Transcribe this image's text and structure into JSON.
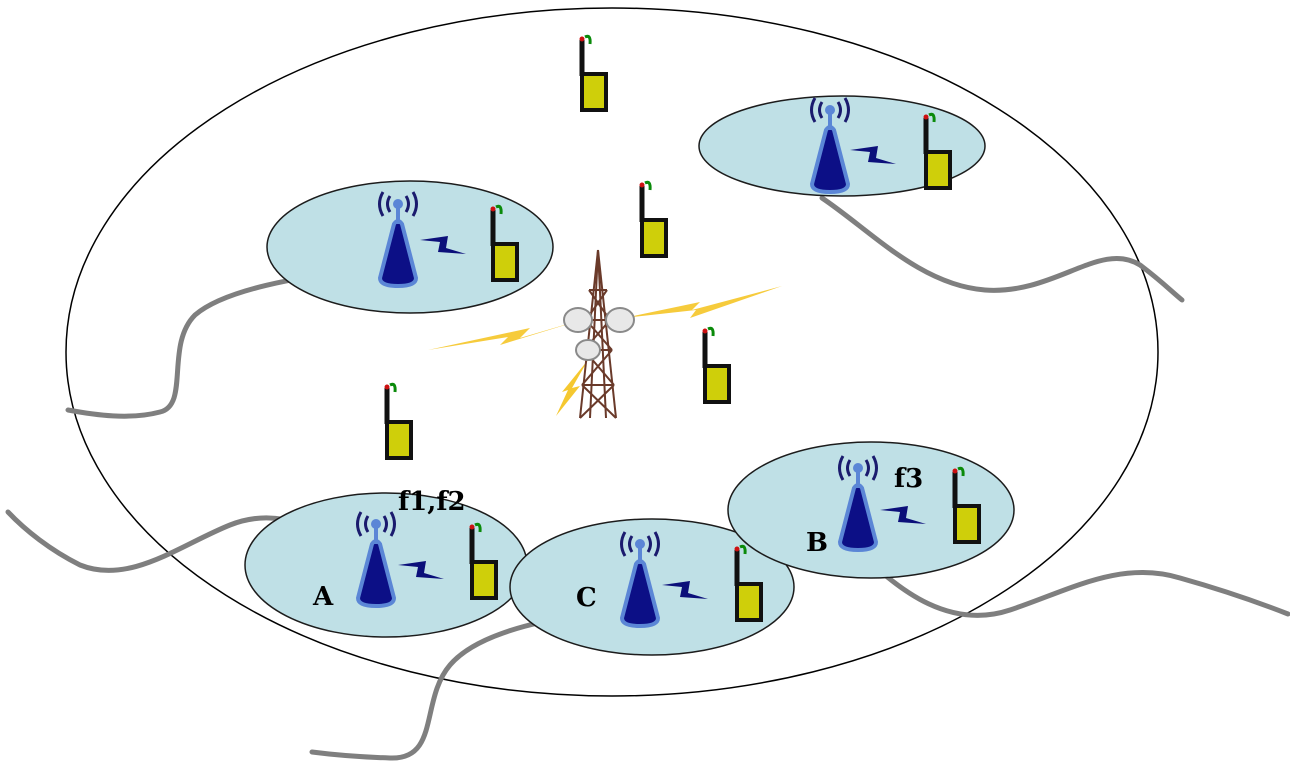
{
  "labels": {
    "cell_a": "A",
    "cell_b": "B",
    "cell_c": "C",
    "freq_a": "f1,f2",
    "freq_b": "f3"
  },
  "colors": {
    "macro_outline": "#000000",
    "small_cell_fill": "#bfe0e6",
    "small_cell_stroke": "#1c1c1c",
    "antenna_body": "#0c0f86",
    "antenna_outline": "#5b86d6",
    "signal_arcs": "#1b1b6e",
    "handset_fill": "#cfcf0a",
    "handset_stroke": "#111111",
    "handset_antenna": "#0a8a0a",
    "handset_tip": "#cc1111",
    "bolt_small": "#0b0f7a",
    "bolt_large": "#f4c21a",
    "backhaul": "#7f7f7f",
    "tower": "#6a3a2a"
  },
  "icons": [
    "cell-tower-icon",
    "antenna-icon",
    "handset-icon",
    "lightning-icon"
  ]
}
